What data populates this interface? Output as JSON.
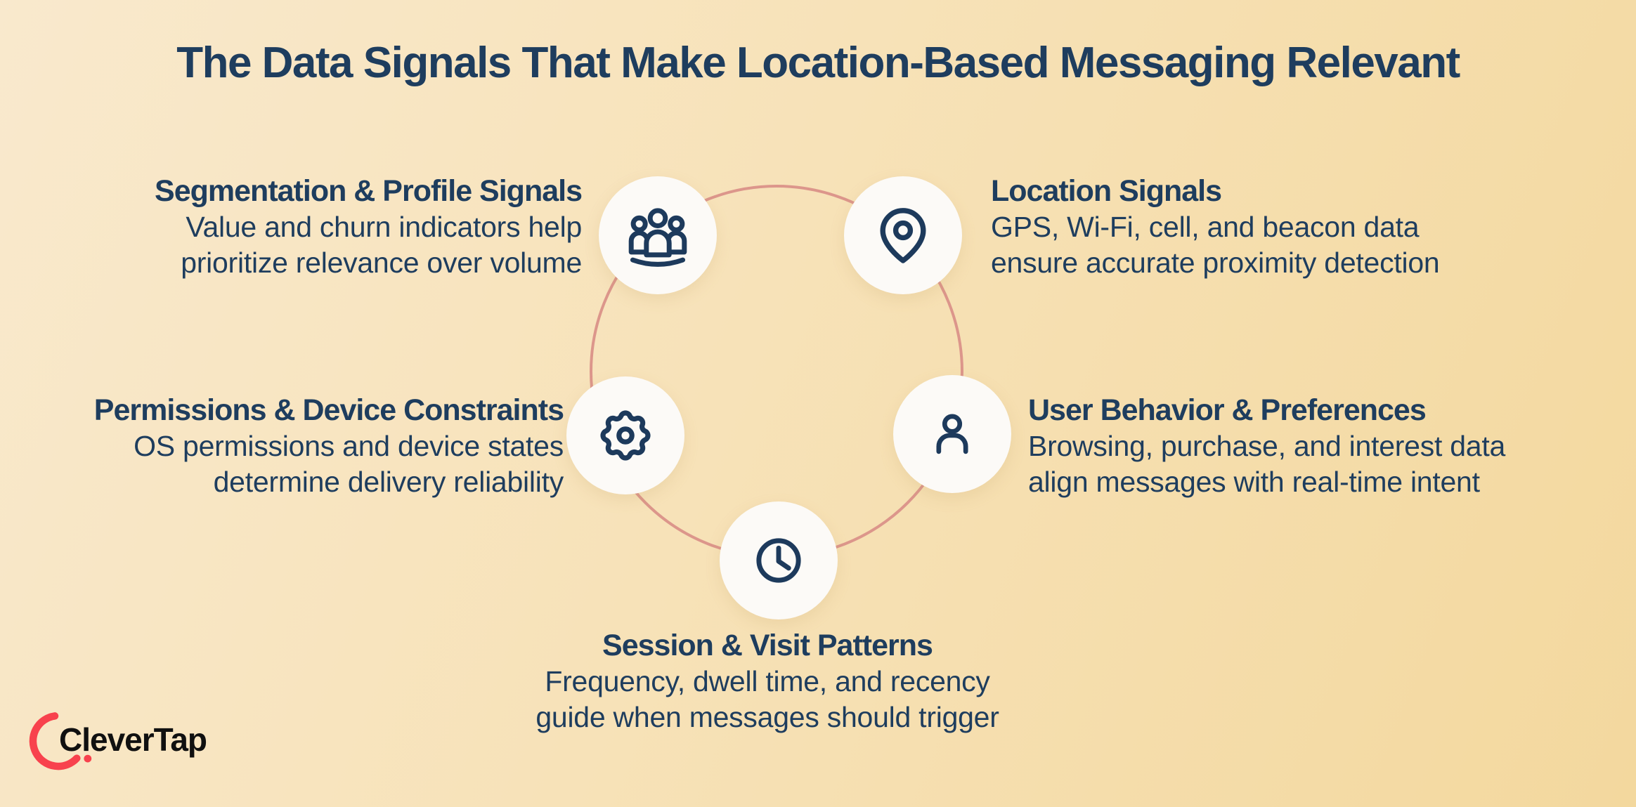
{
  "title": "The Data Signals That Make Location-Based Messaging Relevant",
  "signals": [
    {
      "id": "segmentation",
      "icon": "group-icon",
      "heading": "Segmentation & Profile Signals",
      "lines": [
        "Value and churn indicators help",
        "prioritize relevance over volume"
      ]
    },
    {
      "id": "location",
      "icon": "map-pin-icon",
      "heading": "Location Signals",
      "lines": [
        "GPS, Wi-Fi, cell, and beacon data",
        "ensure accurate proximity detection"
      ]
    },
    {
      "id": "permissions",
      "icon": "gear-icon",
      "heading": "Permissions & Device Constraints",
      "lines": [
        "OS permissions and device states",
        "determine delivery reliability"
      ]
    },
    {
      "id": "behavior",
      "icon": "person-icon",
      "heading": "User Behavior & Preferences",
      "lines": [
        "Browsing, purchase, and interest data",
        "align messages with real-time intent"
      ]
    },
    {
      "id": "session",
      "icon": "clock-icon",
      "heading": "Session & Visit Patterns",
      "lines": [
        "Frequency, dwell time, and recency",
        "guide when messages should trigger"
      ]
    }
  ],
  "logo": {
    "text": "CleverTap"
  },
  "colors": {
    "navy": "#1e3d5e",
    "ring_salmon": "#dc968b",
    "node_fill": "#fcfaf7",
    "logo_red": "#f8424d",
    "logo_text": "#101010",
    "bg_start": "#f9e9cd",
    "bg_end": "#f3d89e"
  }
}
